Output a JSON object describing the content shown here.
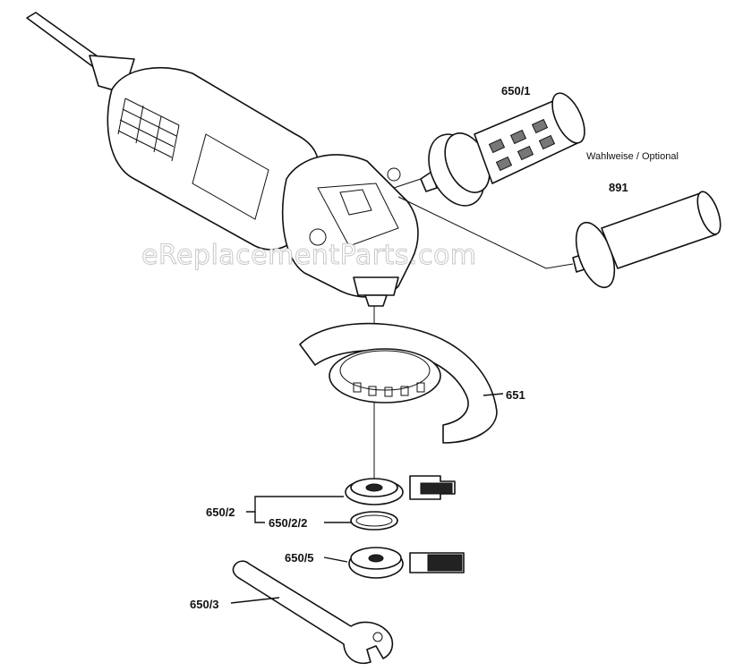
{
  "watermark": "eReplacementParts.com",
  "optional_note": "Wahlweise / Optional",
  "labels": {
    "p650_1": "650/1",
    "p891": "891",
    "p651": "651",
    "p650_2": "650/2",
    "p650_2_2": "650/2/2",
    "p650_5": "650/5",
    "p650_3": "650/3"
  }
}
